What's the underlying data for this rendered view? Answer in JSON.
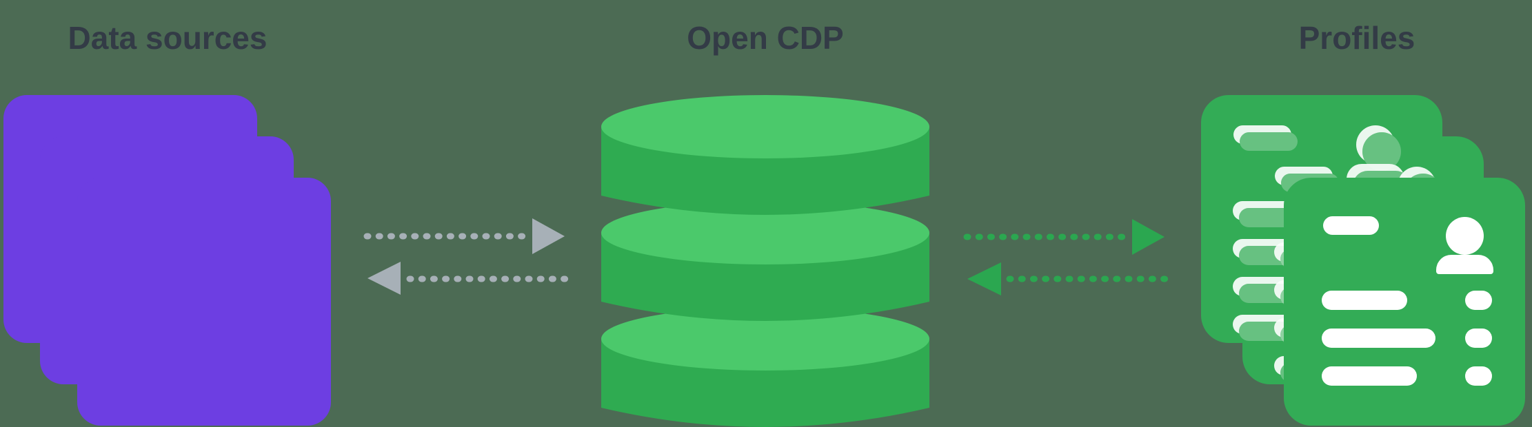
{
  "diagram": {
    "type": "architecture-flow",
    "colors": {
      "background": "#4C6B54",
      "text": "#333B46",
      "purple": "#6D3EE2",
      "card-green": "#33AC56",
      "db-top-green": "#4BC96B",
      "db-body-green": "#2FAB51",
      "arrow-gray": "#A7B0B7",
      "arrow-green": "#2BA750",
      "content-white": "#FFFFFF"
    },
    "nodes": [
      {
        "id": "data-sources",
        "label": "Data sources",
        "icon": "stacked-squares",
        "card_count": 3
      },
      {
        "id": "open-cdp",
        "label": "Open CDP",
        "icon": "database-cylinder",
        "disk_count": 3
      },
      {
        "id": "profiles",
        "label": "Profiles",
        "icon": "stacked-profile-cards",
        "card_count": 3
      }
    ],
    "flows": [
      {
        "from": "Data sources",
        "to": "Open CDP",
        "style": "dotted-arrow",
        "color_name": "gray",
        "direction": "right"
      },
      {
        "from": "Open CDP",
        "to": "Data sources",
        "style": "dotted-arrow",
        "color_name": "gray",
        "direction": "left"
      },
      {
        "from": "Open CDP",
        "to": "Profiles",
        "style": "dotted-arrow",
        "color_name": "green",
        "direction": "right"
      },
      {
        "from": "Profiles",
        "to": "Open CDP",
        "style": "dotted-arrow",
        "color_name": "green",
        "direction": "left"
      }
    ]
  }
}
